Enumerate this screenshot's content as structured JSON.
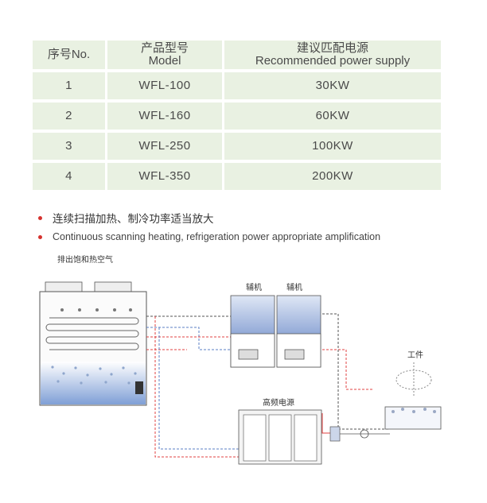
{
  "table": {
    "header": {
      "col1": "序号No.",
      "col2_cn": "产品型号",
      "col2_en": "Model",
      "col3_cn": "建议匹配电源",
      "col3_en": "Recommended power supply"
    },
    "rows": [
      {
        "no": "1",
        "model": "WFL-100",
        "power": "30KW"
      },
      {
        "no": "2",
        "model": "WFL-160",
        "power": "60KW"
      },
      {
        "no": "3",
        "model": "WFL-250",
        "power": "100KW"
      },
      {
        "no": "4",
        "model": "WFL-350",
        "power": "200KW"
      }
    ]
  },
  "bullets": {
    "cn": "连续扫描加热、制冷功率适当放大",
    "en": "Continuous scanning heating, refrigeration power appropriate amplification"
  },
  "diagram": {
    "exhaust_label": "排出饱和热空气",
    "aux_label_1": "辅机",
    "aux_label_2": "辅机",
    "hf_power_label": "高频电源",
    "workpiece_label": "工件"
  },
  "colors": {
    "table_bg": "#e9f1e2",
    "bullet": "#d6322e",
    "water_blue": "#5b7fc4",
    "pipe_red": "#e04040"
  }
}
